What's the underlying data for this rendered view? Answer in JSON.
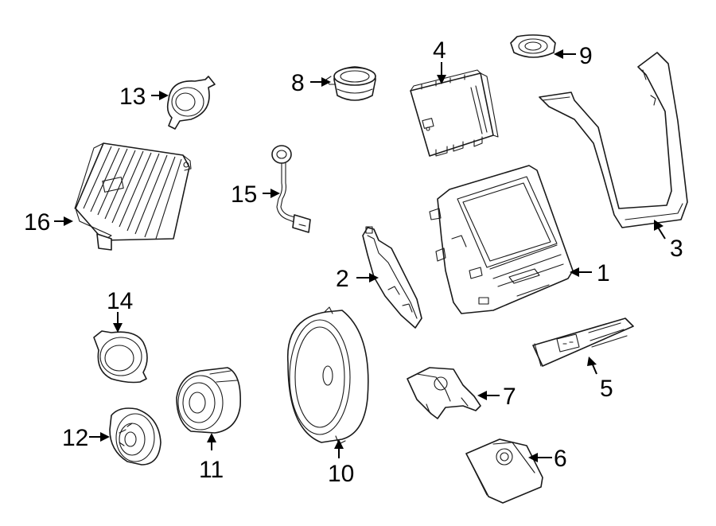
{
  "callouts": {
    "c1": "1",
    "c2": "2",
    "c3": "3",
    "c4": "4",
    "c5": "5",
    "c6": "6",
    "c7": "7",
    "c8": "8",
    "c9": "9",
    "c10": "10",
    "c11": "11",
    "c12": "12",
    "c13": "13",
    "c14": "14",
    "c15": "15",
    "c16": "16"
  },
  "colors": {
    "line": "#1a1a1a",
    "background": "#ffffff"
  }
}
